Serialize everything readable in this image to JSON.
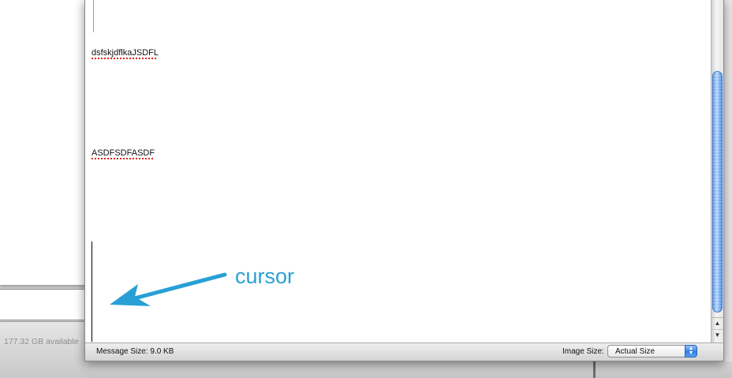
{
  "background_window": {
    "status_text": "177.32 GB available"
  },
  "message": {
    "lines": [
      "dsfskjdflkaJSDFL",
      "ASDFSDFASDF"
    ]
  },
  "annotation": {
    "label": "cursor",
    "color": "#28a0d6"
  },
  "status_bar": {
    "message_size": "Message Size: 9.0 KB",
    "image_size_label": "Image Size:",
    "image_size_value": "Actual Size"
  },
  "icons": {
    "scroll_up": "triangle-up-icon",
    "scroll_down": "triangle-down-icon",
    "select_stepper": "up-down-chevron-icon"
  }
}
